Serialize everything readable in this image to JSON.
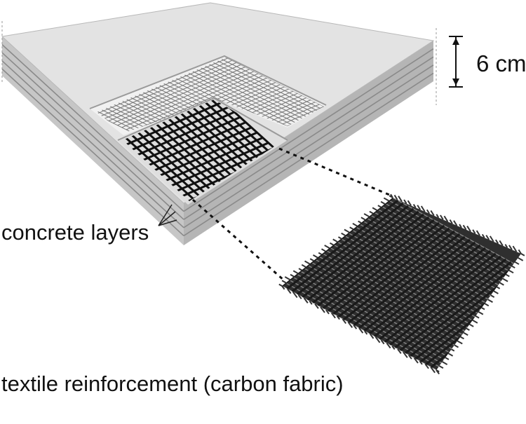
{
  "labels": {
    "thickness": "6 cm",
    "concrete_layers": "concrete layers",
    "textile_reinforcement": "textile reinforcement (carbon fabric)"
  },
  "colors": {
    "concrete_top": "#e3e3e3",
    "concrete_side": "#c4c4c4",
    "layer_line": "#8a8a8a",
    "fine_mesh": "#7a7a7a",
    "coarse_mesh": "#111111",
    "fabric": "#3a3a3a"
  }
}
